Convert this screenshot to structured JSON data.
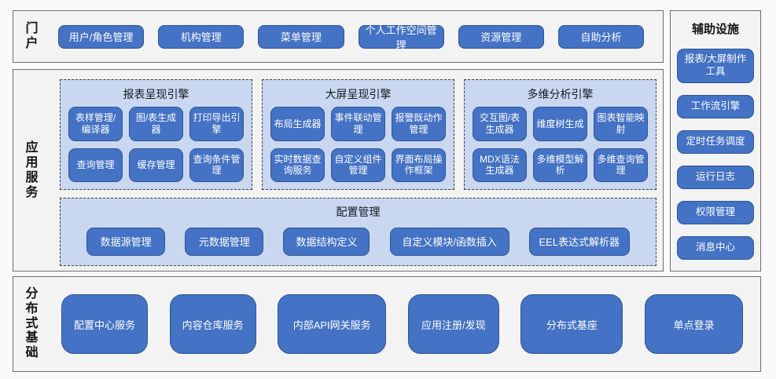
{
  "portal": {
    "label": "门户",
    "items": [
      "用户/角色管理",
      "机构管理",
      "菜单管理",
      "个人工作空间管理",
      "资源管理",
      "自助分析"
    ]
  },
  "app_services": {
    "label": "应用服务",
    "engines": [
      {
        "title": "报表呈现引擎",
        "items": [
          "表样管理/编译器",
          "图/表生成器",
          "打印导出引擎",
          "查询管理",
          "缓存管理",
          "查询条件管理"
        ]
      },
      {
        "title": "大屏呈现引擎",
        "items": [
          "布局生成器",
          "事件联动管理",
          "报警既动作管理",
          "实时数据查询服务",
          "自定义组件管理",
          "界面布局操作框架"
        ]
      },
      {
        "title": "多维分析引擎",
        "items": [
          "交互图/表生成器",
          "维度树生成",
          "图表智能映射",
          "MDX语法生成器",
          "多维模型解析",
          "多维查询管理"
        ]
      }
    ],
    "config": {
      "title": "配置管理",
      "items": [
        "数据源管理",
        "元数据管理",
        "数据结构定义",
        "自定义模块/函数插入",
        "EEL表达式解析器"
      ]
    }
  },
  "distributed": {
    "label": "分布式基础",
    "items": [
      "配置中心服务",
      "内容仓库服务",
      "内部API网关服务",
      "应用注册/发现",
      "分布式基座",
      "单点登录"
    ]
  },
  "auxiliary": {
    "label": "辅助设施",
    "items": [
      "报表/大屏制作工具",
      "工作流引擎",
      "定时任务调度",
      "运行日志",
      "权限管理",
      "消息中心"
    ]
  },
  "colors": {
    "button_fill": "#4472C4",
    "button_border": "#2F5597",
    "button_text": "#FFFFFF",
    "container_fill": "#C9D7F0",
    "container_border": "#3F3F3F",
    "panel_border": "#6E6E6E"
  }
}
